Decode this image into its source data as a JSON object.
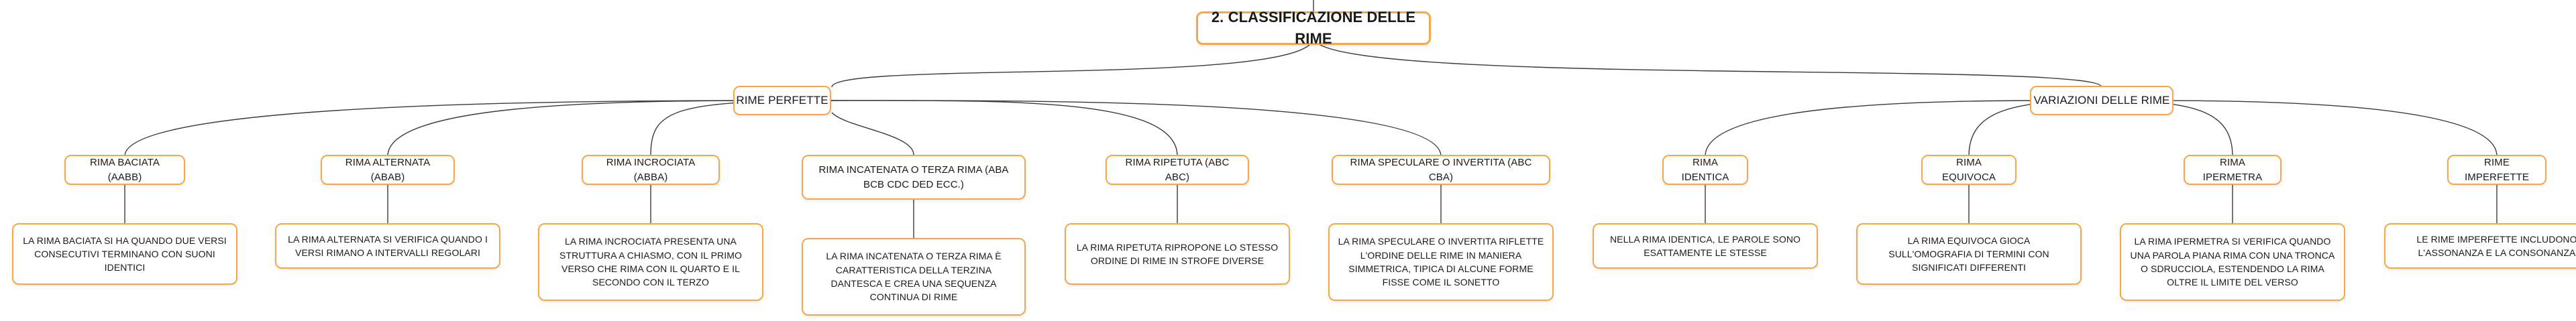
{
  "root": {
    "label": "2. CLASSIFICAZIONE DELLE RIME"
  },
  "groups": [
    {
      "label": "RIME PERFETTE",
      "items": [
        {
          "title": "RIMA BACIATA (AABB)",
          "text": "LA RIMA BACIATA SI HA QUANDO DUE VERSI CONSECUTIVI TERMINANO CON SUONI IDENTICI"
        },
        {
          "title": "RIMA ALTERNATA (ABAB)",
          "text": "LA RIMA ALTERNATA SI VERIFICA QUANDO I VERSI RIMANO A INTERVALLI REGOLARI"
        },
        {
          "title": "RIMA INCROCIATA (ABBA)",
          "text": "LA RIMA INCROCIATA PRESENTA UNA STRUTTURA A CHIASMO, CON IL PRIMO VERSO CHE RIMA CON IL QUARTO E IL SECONDO CON IL TERZO"
        },
        {
          "title": "RIMA INCATENATA O TERZA RIMA (ABA BCB CDC DED ECC.)",
          "text": "LA RIMA INCATENATA O TERZA RIMA È CARATTERISTICA DELLA TERZINA DANTESCA E CREA UNA SEQUENZA CONTINUA DI RIME"
        },
        {
          "title": "RIMA RIPETUTA (ABC ABC)",
          "text": "LA RIMA RIPETUTA RIPROPONE LO STESSO ORDINE DI RIME IN STROFE DIVERSE"
        },
        {
          "title": "RIMA SPECULARE O INVERTITA (ABC CBA)",
          "text": "LA RIMA SPECULARE O INVERTITA RIFLETTE L'ORDINE DELLE RIME IN MANIERA SIMMETRICA, TIPICA DI ALCUNE FORME FISSE COME IL SONETTO"
        }
      ]
    },
    {
      "label": "VARIAZIONI DELLE RIME",
      "items": [
        {
          "title": "RIMA IDENTICA",
          "text": "NELLA RIMA IDENTICA, LE PAROLE SONO ESATTAMENTE LE STESSE"
        },
        {
          "title": "RIMA EQUIVOCA",
          "text": "LA RIMA EQUIVOCA GIOCA SULL'OMOGRAFIA DI TERMINI CON SIGNIFICATI DIFFERENTI"
        },
        {
          "title": "RIMA IPERMETRA",
          "text": "LA RIMA IPERMETRA SI VERIFICA QUANDO UNA PAROLA PIANA RIMA CON UNA TRONCA O SDRUCCIOLA, ESTENDENDO LA RIMA OLTRE IL LIMITE DEL VERSO"
        },
        {
          "title": "RIME IMPERFETTE",
          "text": "LE RIME IMPERFETTE INCLUDONO L'ASSONANZA E LA CONSONANZA"
        }
      ]
    }
  ],
  "colors": {
    "border": "#f5a84a",
    "line": "#3a3a3a",
    "background": "#ffffff"
  }
}
